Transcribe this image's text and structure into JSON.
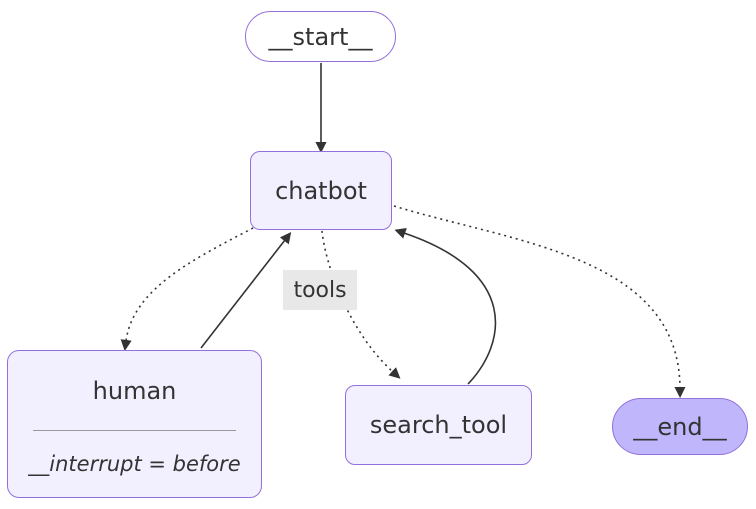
{
  "diagram": {
    "type": "flowchart",
    "nodes": [
      {
        "id": "__start__",
        "label": "__start__",
        "shape": "stadium"
      },
      {
        "id": "chatbot",
        "label": "chatbot",
        "shape": "rounded-rect"
      },
      {
        "id": "human",
        "label": "human",
        "sublabel": "__interrupt = before",
        "shape": "rounded-rect-with-subtitle"
      },
      {
        "id": "search_tool",
        "label": "search_tool",
        "shape": "rounded-rect"
      },
      {
        "id": "__end__",
        "label": "__end__",
        "shape": "stadium"
      }
    ],
    "edges": [
      {
        "from": "__start__",
        "to": "chatbot",
        "style": "solid",
        "label": ""
      },
      {
        "from": "chatbot",
        "to": "human",
        "style": "dotted",
        "label": ""
      },
      {
        "from": "human",
        "to": "chatbot",
        "style": "solid",
        "label": ""
      },
      {
        "from": "chatbot",
        "to": "search_tool",
        "style": "dotted",
        "label": "tools"
      },
      {
        "from": "search_tool",
        "to": "chatbot",
        "style": "solid",
        "label": ""
      },
      {
        "from": "chatbot",
        "to": "__end__",
        "style": "dotted",
        "label": ""
      }
    ],
    "colors": {
      "node_fill": "#f2f0ff",
      "start_fill": "#ffffff",
      "end_fill": "#bfb6fc",
      "node_border": "#9370DB",
      "text": "#333333",
      "edge": "#333333",
      "edge_label_bg": "#e8e8e8",
      "divider": "#9a9a9a",
      "background": "#ffffff"
    }
  }
}
